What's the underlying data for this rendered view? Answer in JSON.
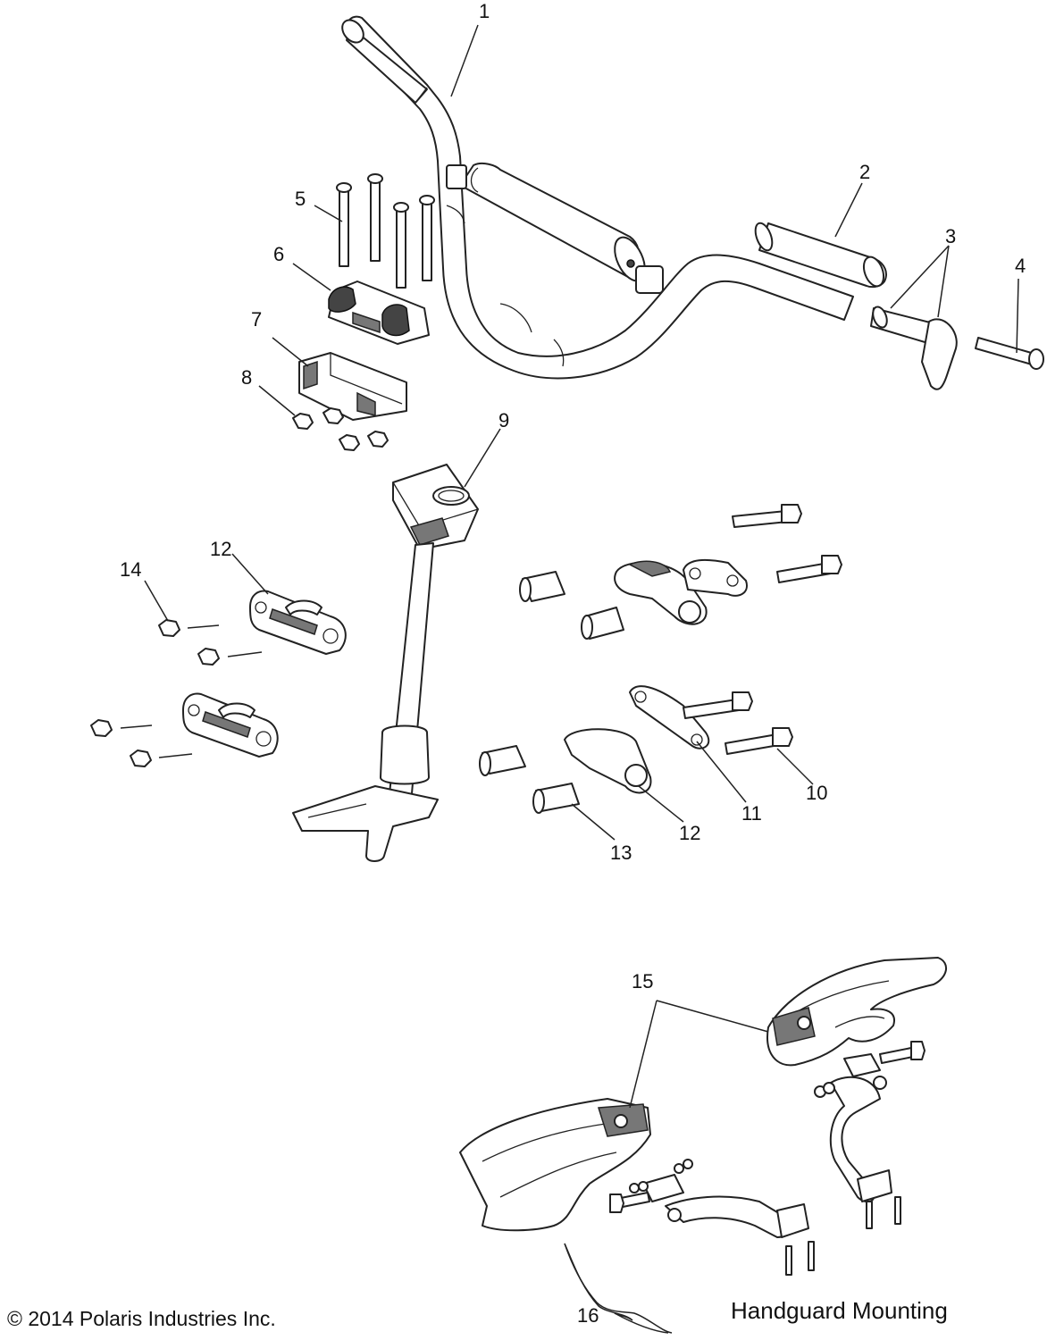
{
  "diagram": {
    "callouts": [
      {
        "id": "1",
        "text": "1"
      },
      {
        "id": "2",
        "text": "2"
      },
      {
        "id": "3",
        "text": "3"
      },
      {
        "id": "4",
        "text": "4"
      },
      {
        "id": "5",
        "text": "5"
      },
      {
        "id": "6",
        "text": "6"
      },
      {
        "id": "7",
        "text": "7"
      },
      {
        "id": "8",
        "text": "8"
      },
      {
        "id": "9",
        "text": "9"
      },
      {
        "id": "10",
        "text": "10"
      },
      {
        "id": "11",
        "text": "11"
      },
      {
        "id": "12a",
        "text": "12"
      },
      {
        "id": "12b",
        "text": "12"
      },
      {
        "id": "13",
        "text": "13"
      },
      {
        "id": "14",
        "text": "14"
      },
      {
        "id": "15",
        "text": "15"
      },
      {
        "id": "16",
        "text": "16"
      }
    ],
    "caption": "Handguard Mounting",
    "copyright": "© 2014 Polaris Industries Inc."
  }
}
